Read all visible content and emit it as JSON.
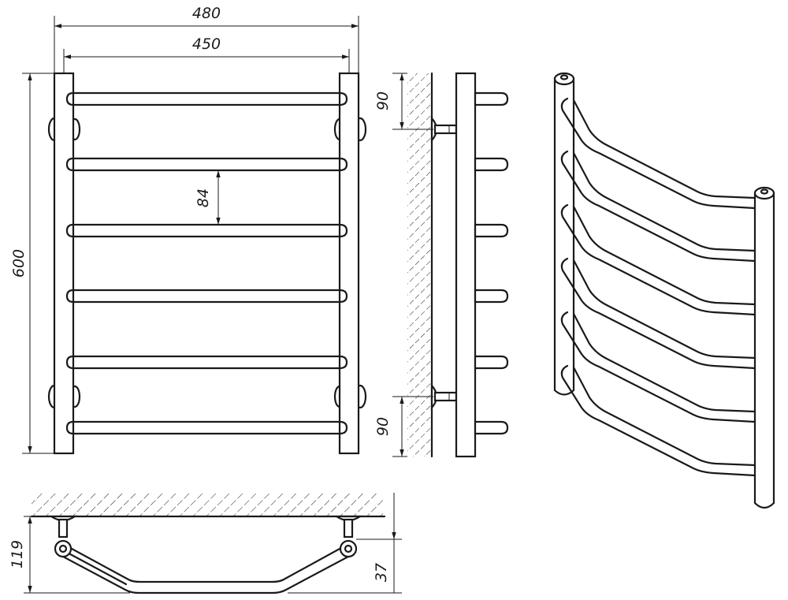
{
  "dimensions": {
    "overall_width": "480",
    "axis_width": "450",
    "height": "600",
    "rung_pitch": "84",
    "top_offset": "90",
    "bottom_offset": "90",
    "depth": "119",
    "bracket_offset": "37"
  }
}
